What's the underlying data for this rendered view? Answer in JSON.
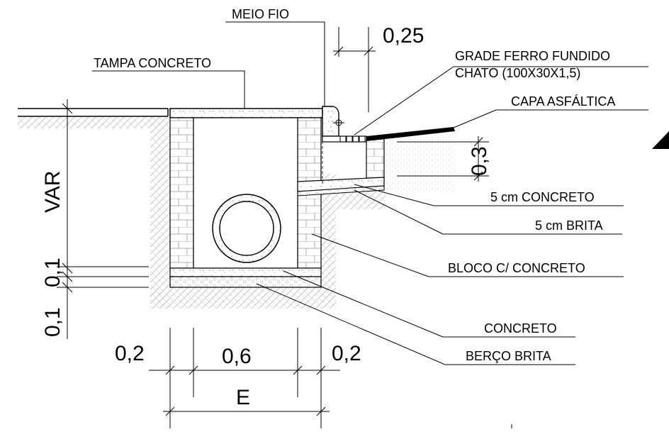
{
  "labels": {
    "meio_fio": "MEIO FIO",
    "tampa_concreto": "TAMPA CONCRETO",
    "grade_line1": "GRADE FERRO FUNDIDO",
    "grade_line2": "CHATO (100X30X1,5)",
    "capa_asfaltica": "CAPA ASFÁLTICA",
    "concreto_5cm": "5 cm CONCRETO",
    "brita_5cm": "5 cm BRITA",
    "bloco": "BLOCO C/ CONCRETO",
    "concreto": "CONCRETO",
    "berco_brita": "BERÇO BRITA"
  },
  "dimensions": {
    "var": "VAR",
    "top_width": "0,25",
    "depth_right": "0,3",
    "layer_a": "0,1",
    "layer_b": "0,1",
    "wall_left": "0,2",
    "inner": "0,6",
    "wall_right": "0,2",
    "total": "E"
  }
}
